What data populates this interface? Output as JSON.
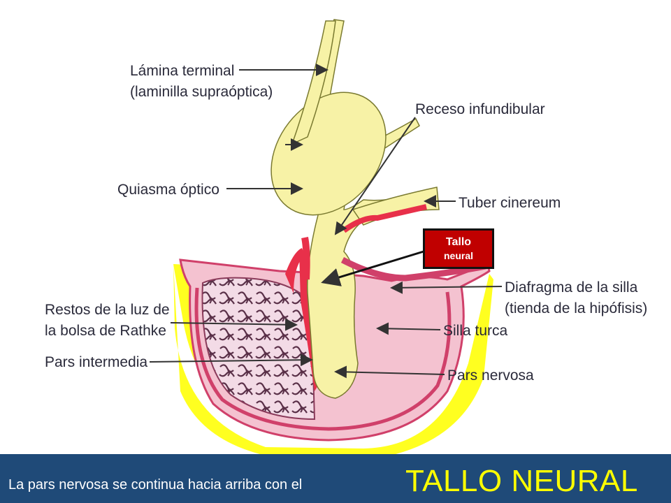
{
  "labels": {
    "lamina_terminal_1": "Lámina terminal",
    "lamina_terminal_2": "(laminilla supraóptica)",
    "receso_infundibular": "Receso infundibular",
    "quiasma_optico": "Quiasma óptico",
    "tuber_cinereum": "Tuber cinereum",
    "diafragma_1": "Diafragma de la silla",
    "diafragma_2": "(tienda de la hipófisis)",
    "restos_1": "Restos de la luz de",
    "restos_2": "la bolsa de Rathke",
    "silla_turca": "Silla turca",
    "pars_intermedia": "Pars intermedia",
    "pars_nervosa": "Pars nervosa"
  },
  "tag": {
    "line1": "Tallo",
    "line2": "neural"
  },
  "footer": {
    "caption": "La pars nervosa se continua hacia arriba con el",
    "highlight": "TALLO NEURAL"
  },
  "colors": {
    "tissue_yellow": "#f7f2a6",
    "bone_yellow": "#ffff20",
    "pink": "#e05a7a",
    "red": "#c00000",
    "banner": "#1f4a78"
  }
}
